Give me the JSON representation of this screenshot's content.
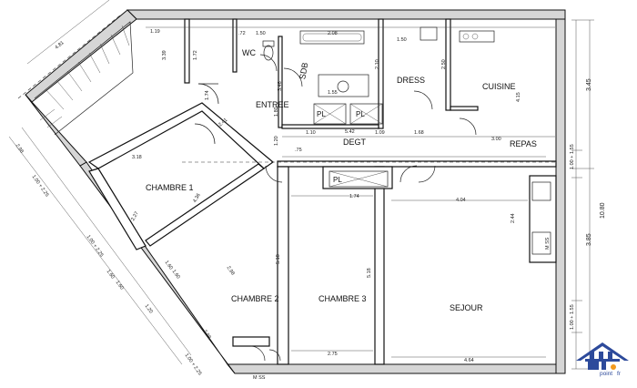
{
  "rooms": {
    "wc": "WC",
    "sdb": "SDB",
    "entree": "ENTREE",
    "dress": "DRESS",
    "cuisine": "CUISINE",
    "repas": "REPAS",
    "degt": "DEGT",
    "chambre1": "CHAMBRE 1",
    "chambre2": "CHAMBRE 2",
    "chambre3": "CHAMBRE 3",
    "sejour": "SEJOUR",
    "pl_left": "PL",
    "pl_right": "PL",
    "pl_bottom": "PL",
    "ms_right": "M SS",
    "ms_bottom": "M SS"
  },
  "dimensions": {
    "d_481": "4.81",
    "d_119": "1.19",
    "d_072": ".72",
    "d_150": "1.50",
    "d_208": "2.08",
    "d_150b": "1.50",
    "d_339": "3.39",
    "d_172": "1.72",
    "d_210": "2.10",
    "d_155": "1.55",
    "d_250": "2.50",
    "d_415": "4.15",
    "d_174": "1.74",
    "d_404": "4.04",
    "d_346": "3.46",
    "d_298": "2.98",
    "d_518a": "5.18",
    "d_518b": "5.18",
    "d_275": "2.75",
    "d_464": "4.64",
    "d_244": "2.44",
    "d_300": "3.00",
    "d_542": "5.42",
    "d_168": "1.68",
    "d_110": "1.10",
    "d_109": "1.09",
    "d_120": "1.20",
    "d_075": ".75",
    "d_180": "1.80",
    "d_241": "2.41",
    "d_318": "3.18",
    "d_436": "4.36",
    "d_174b": "1.74",
    "d_227": "2.27",
    "d_160": "1.60",
    "d_160b": "1.60",
    "d_298b": "2.98"
  },
  "outer_dims": {
    "v_345": "3.45",
    "v_100a": "1.00 + 1.55",
    "v_1080": "10.80",
    "v_385": "3.85",
    "v_100b": "1.00 + 1.55",
    "l_100a": "1.00 + 2.25",
    "l_100b": "1.00 + 2.25",
    "l_160": "1.60",
    "l_160b": "1.60",
    "l_120": "1.20",
    "l_298": "2.98",
    "l_100c": "1.00 + 2.25"
  },
  "logo": {
    "brand_part1": "point",
    "brand_part2": "fr",
    "colors": {
      "house": "#2d4a9b",
      "orange": "#f29a1f",
      "blue": "#2d4a9b"
    }
  }
}
